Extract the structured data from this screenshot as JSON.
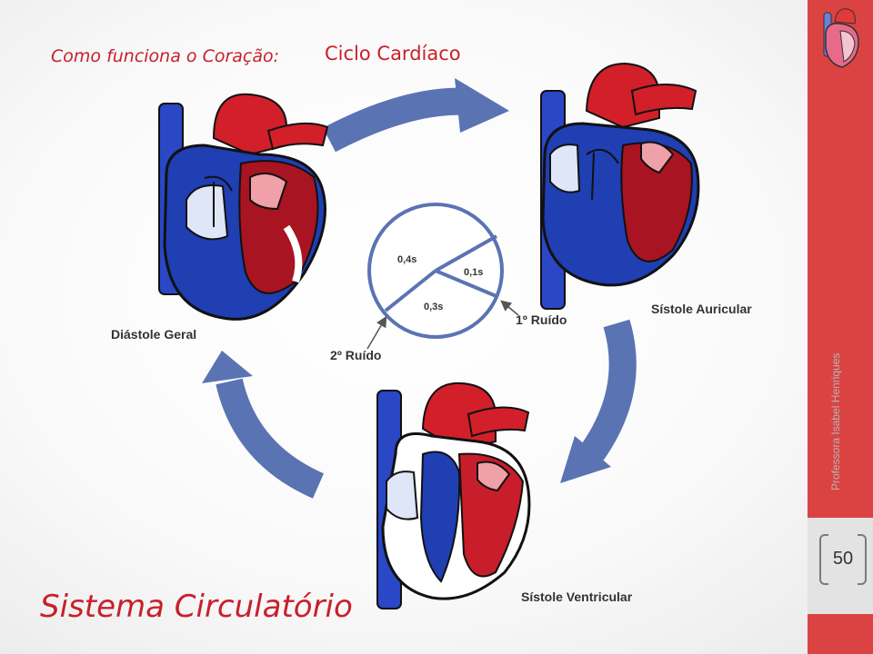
{
  "header": {
    "subtitle": "Como funciona o Coração:",
    "title": "Ciclo Cardíaco"
  },
  "slide_title": "Sistema Circulatório",
  "phases": {
    "diastole": "Diástole Geral",
    "atrial_systole": "Sístole Auricular",
    "ventricular_systole": "Sístole Ventricular"
  },
  "cycle_pie": {
    "segments": [
      "0,4s",
      "0,1s",
      "0,3s"
    ],
    "first_sound": "1º Ruído",
    "second_sound": "2º Ruído"
  },
  "footer": {
    "author": "Professora Isabel Henriques",
    "page_number": "50"
  },
  "colors": {
    "brand_red": "#db4343",
    "title_red": "#c8202b",
    "arrow_blue": "#5a73b3",
    "blood_blue": "#1f3fb3",
    "blood_red": "#d21f2a"
  }
}
